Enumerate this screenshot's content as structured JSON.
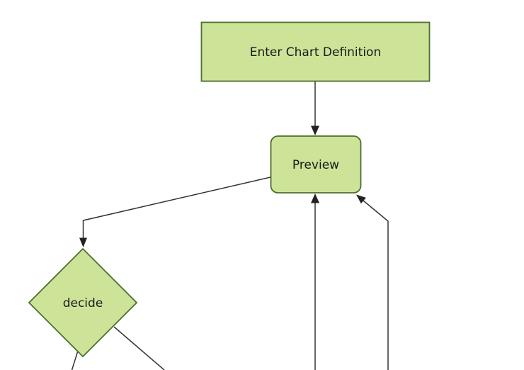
{
  "diagram": {
    "type": "flowchart",
    "direction": "top-down",
    "nodes": [
      {
        "id": "enter",
        "label": "Enter Chart Definition",
        "shape": "rectangle"
      },
      {
        "id": "preview",
        "label": "Preview",
        "shape": "rounded-rectangle"
      },
      {
        "id": "decide",
        "label": "decide",
        "shape": "diamond"
      }
    ],
    "edges": [
      {
        "from": "enter",
        "to": "preview",
        "arrowhead": true
      },
      {
        "from": "preview",
        "to": "decide",
        "arrowhead": true
      },
      {
        "from": "offscreen-bottom",
        "to": "preview",
        "arrowhead": true
      },
      {
        "from": "offscreen-bottom",
        "to": "preview",
        "arrowhead": true
      },
      {
        "from": "decide",
        "to": "offscreen-bottom",
        "arrowhead": false
      },
      {
        "from": "decide",
        "to": "offscreen-bottom",
        "arrowhead": false
      }
    ],
    "colors": {
      "background": "#ffffff",
      "node_fill": "#cde498",
      "node_border": "#4a6f2f",
      "edge": "#333333",
      "arrowhead": "#222222",
      "label": "#1a1a1a"
    }
  }
}
